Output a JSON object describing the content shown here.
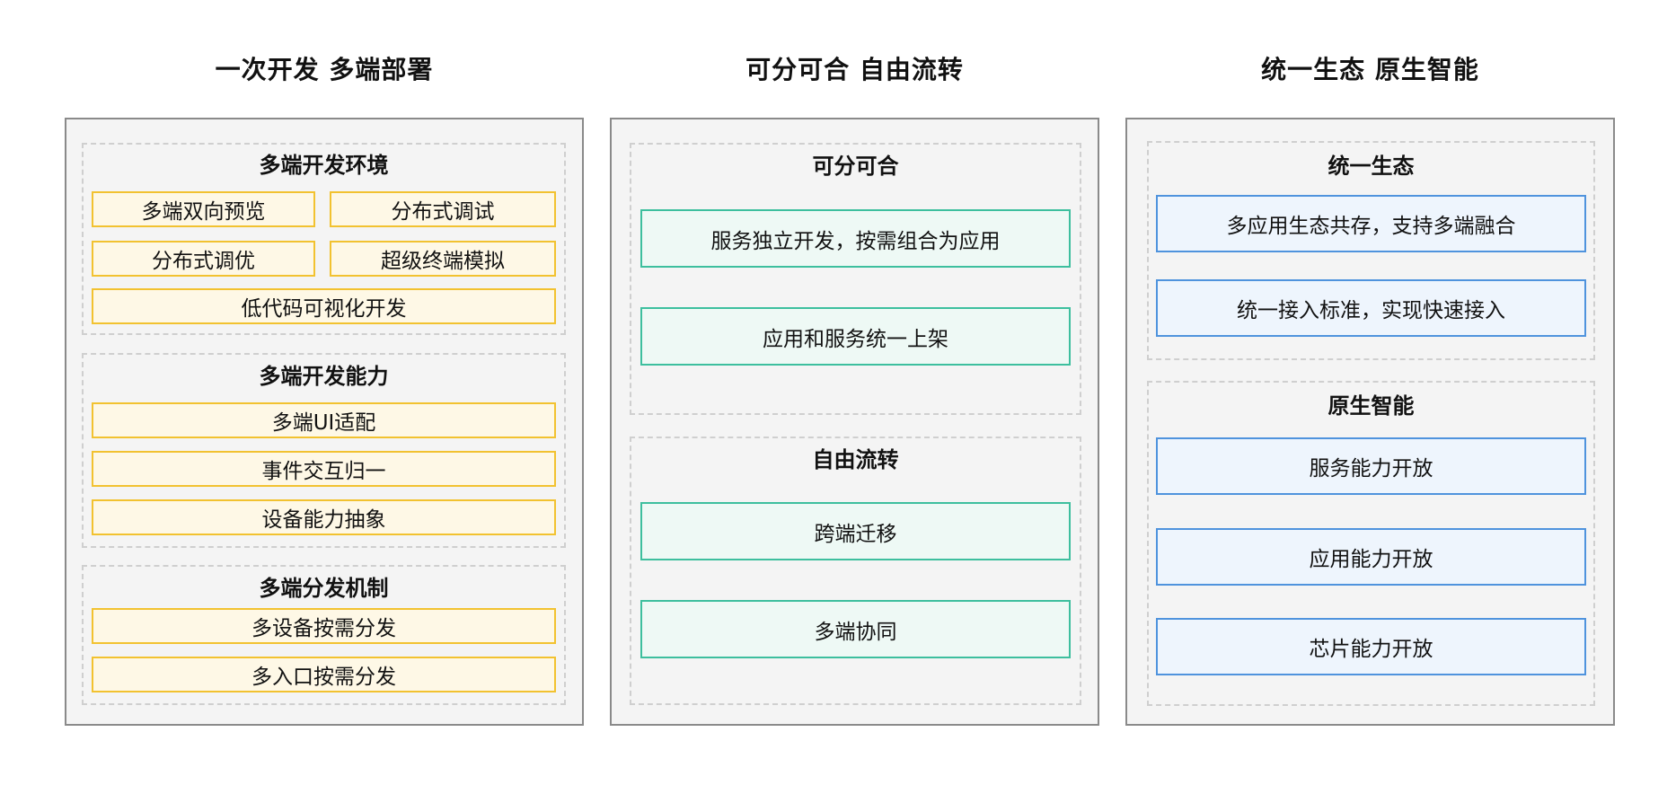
{
  "columns": [
    {
      "title": "一次开发 多端部署",
      "sections": [
        {
          "title": "多端开发环境",
          "items": [
            "多端双向预览",
            "分布式调试",
            "分布式调优",
            "超级终端模拟",
            "低代码可视化开发"
          ]
        },
        {
          "title": "多端开发能力",
          "items": [
            "多端UI适配",
            "事件交互归一",
            "设备能力抽象"
          ]
        },
        {
          "title": "多端分发机制",
          "items": [
            "多设备按需分发",
            "多入口按需分发"
          ]
        }
      ]
    },
    {
      "title": "可分可合 自由流转",
      "sections": [
        {
          "title": "可分可合",
          "items": [
            "服务独立开发，按需组合为应用",
            "应用和服务统一上架"
          ]
        },
        {
          "title": "自由流转",
          "items": [
            "跨端迁移",
            "多端协同"
          ]
        }
      ]
    },
    {
      "title": "统一生态 原生智能",
      "sections": [
        {
          "title": "统一生态",
          "items": [
            "多应用生态共存，支持多端融合",
            "统一接入标准，实现快速接入"
          ]
        },
        {
          "title": "原生智能",
          "items": [
            "服务能力开放",
            "应用能力开放",
            "芯片能力开放"
          ]
        }
      ]
    }
  ],
  "colors": {
    "yellow_border": "#f2c230",
    "green_border": "#3dbf9e",
    "blue_border": "#4f93dd",
    "panel_border": "#8a8a8a"
  }
}
